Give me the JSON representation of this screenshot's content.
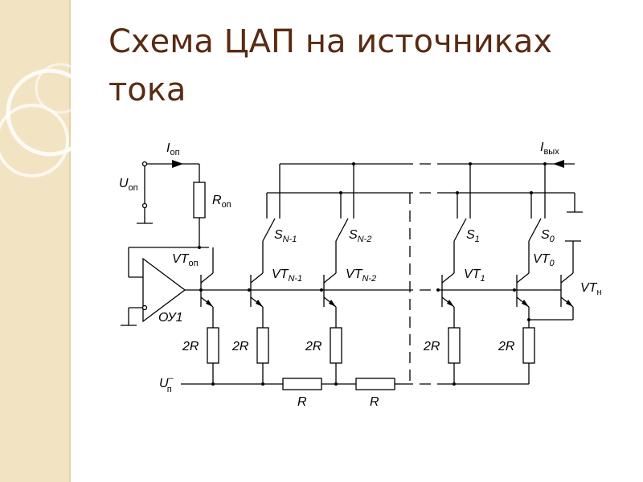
{
  "slide": {
    "title_line1": "Схема ЦАП на источниках",
    "title_line2": "тока"
  },
  "colors": {
    "title": "#5a2a12",
    "side_band": "#f2e4c2",
    "line": "#000000"
  },
  "diagram": {
    "labels": {
      "i_ref": "I",
      "i_ref_sub": "оп",
      "u_ref": "U",
      "u_ref_sub": "оп",
      "r_ref": "R",
      "r_ref_sub": "оп",
      "i_out": "I",
      "i_out_sub": "вых",
      "vt_ref": "VT",
      "vt_ref_sub": "оп",
      "opamp": "ОУ1",
      "s_n1": "S",
      "s_n1_sub": "N-1",
      "s_n2": "S",
      "s_n2_sub": "N-2",
      "s_1": "S",
      "s_1_sub": "1",
      "s_0": "S",
      "s_0_sub": "0",
      "vt_n1": "VT",
      "vt_n1_sub": "N-1",
      "vt_n2": "VT",
      "vt_n2_sub": "N-2",
      "vt_1": "VT",
      "vt_1_sub": "1",
      "vt_0": "VT",
      "vt_0_sub": "0",
      "vt_h": "VT",
      "vt_h_sub": "н",
      "r2_a": "2R",
      "r2_b": "2R",
      "r2_c": "2R",
      "r2_d": "2R",
      "r2_e": "2R",
      "r_a": "R",
      "r_b": "R",
      "u_supply": "U",
      "u_supply_sub": "п",
      "u_supply_sup": "–"
    }
  }
}
